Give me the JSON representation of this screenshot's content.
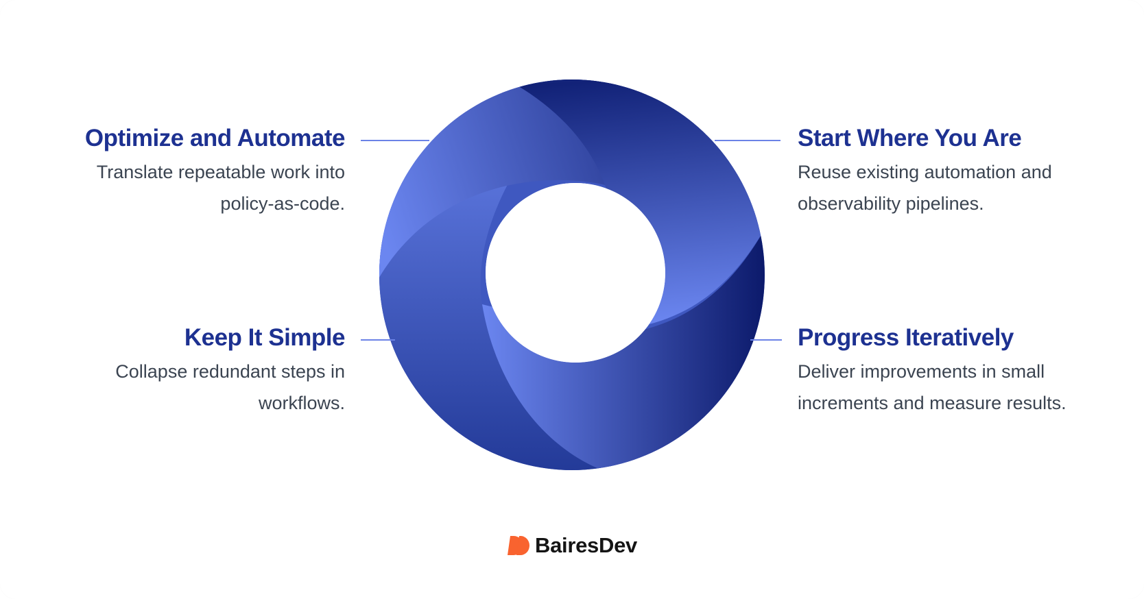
{
  "items": [
    {
      "position": "top-left",
      "title": "Optimize and Automate",
      "lines": [
        "Translate repeatable work into",
        "policy-as-code."
      ]
    },
    {
      "position": "top-right",
      "title": "Start Where You Are",
      "lines": [
        "Reuse existing automation and",
        "observability pipelines."
      ]
    },
    {
      "position": "bottom-left",
      "title": "Keep It Simple",
      "lines": [
        "Collapse redundant steps in",
        "workflows."
      ]
    },
    {
      "position": "bottom-right",
      "title": "Progress Iteratively",
      "lines": [
        "Deliver improvements in small",
        "increments and measure results."
      ]
    }
  ],
  "colors": {
    "title": "#1d3191",
    "body": "#3b4451",
    "connector": "#6b82e6",
    "donut_light": "#6b86f0",
    "donut_dark": "#0c1a6b",
    "logo_mark": "#f9632f",
    "logo_text": "#141414"
  },
  "logo": {
    "icon": "bairesdev-mark-icon",
    "text": "BairesDev"
  }
}
